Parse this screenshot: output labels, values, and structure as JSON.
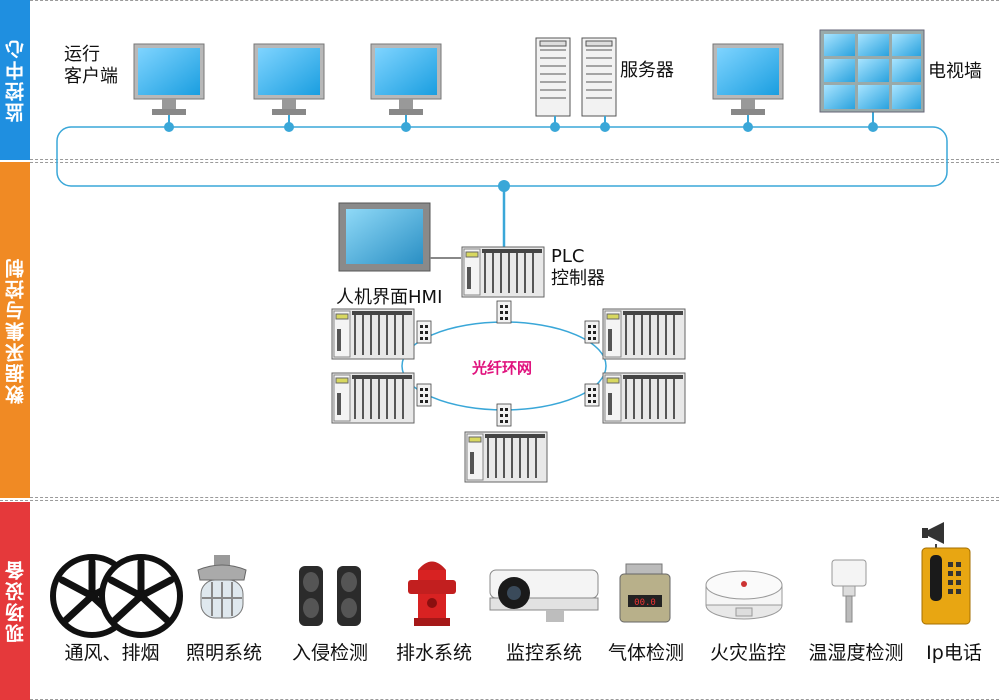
{
  "sections": {
    "monitoring": "监控中心",
    "acquisition": "数据采集与控制",
    "field": "现场设备"
  },
  "colors": {
    "monitoring": "#1f8fe0",
    "acquisition": "#f08a24",
    "field": "#e5393b",
    "network": "#3aa7d8",
    "ring_label": "#e0137e"
  },
  "monitoring": {
    "client_label": "运行\n客户端",
    "server_label": "服务器",
    "tv_label": "电视墙"
  },
  "acquisition": {
    "plc_label": "PLC\n控制器",
    "hmi_label": "人机界面HMI",
    "ring_label": "光纤环网"
  },
  "field": {
    "devices": [
      "通风、排烟",
      "照明系统",
      "入侵检测",
      "排水系统",
      "监控系统",
      "气体检测",
      "火灾监控",
      "温湿度检测",
      "Ip电话"
    ],
    "icons": [
      "fan-icon",
      "lamp-icon",
      "infrared-sensor-icon",
      "hydrant-icon",
      "camera-icon",
      "gas-detector-icon",
      "smoke-detector-icon",
      "humidity-sensor-icon",
      "ip-phone-icon"
    ],
    "gas_display": "00.0"
  }
}
